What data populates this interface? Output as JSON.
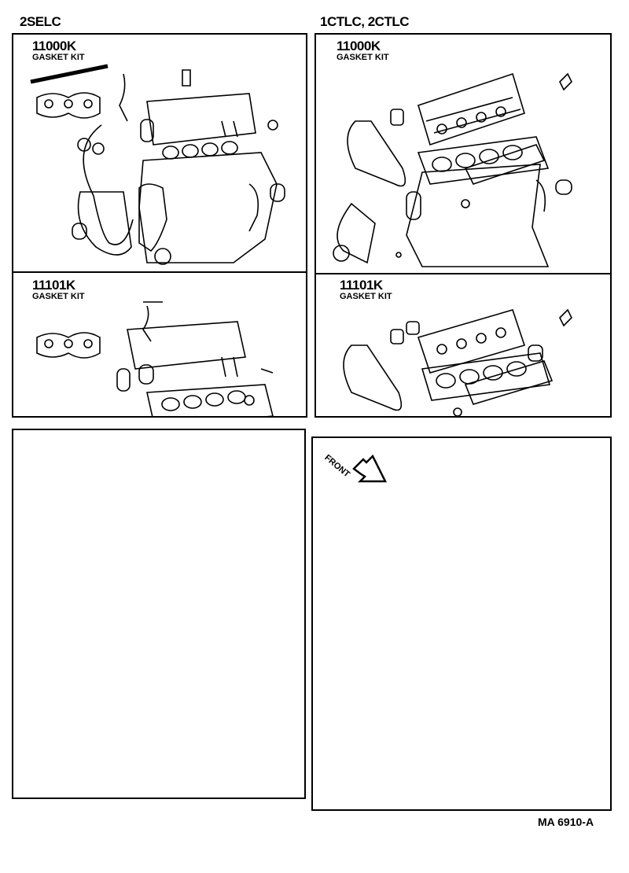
{
  "columns": [
    {
      "engine": "2SELC",
      "kits": [
        {
          "part_no": "11000K",
          "name": "GASKET KIT"
        },
        {
          "part_no": "11101K",
          "name": "GASKET KIT"
        }
      ]
    },
    {
      "engine": "1CTLC, 2CTLC",
      "kits": [
        {
          "part_no": "11000K",
          "name": "GASKET KIT"
        },
        {
          "part_no": "11101K",
          "name": "GASKET KIT"
        }
      ]
    }
  ],
  "front_indicator": "FRONT",
  "illustration_code": "MA  6910-A"
}
